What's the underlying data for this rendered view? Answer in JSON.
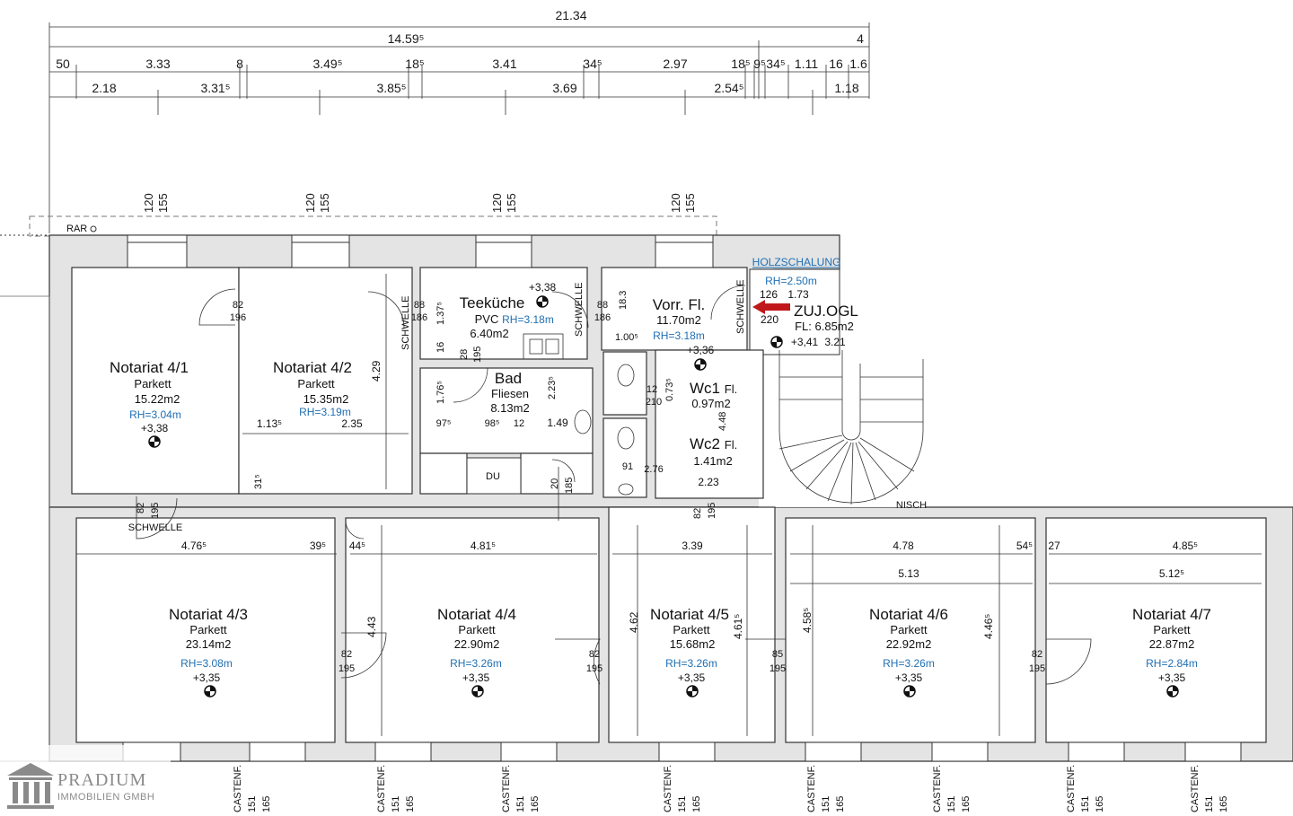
{
  "dimensions": {
    "total": "21.34",
    "partial": "14.59⁵",
    "partial_cut": "4",
    "row3": [
      "50",
      "3.33",
      "8",
      "3.49⁵",
      "18⁵",
      "3.41",
      "34⁵",
      "2.97",
      "18⁵",
      "9⁵",
      "34⁵",
      "1.11",
      "16",
      "1.6"
    ],
    "row4": [
      "2.18",
      "3.31⁵",
      "3.85⁵",
      "3.69",
      "2.54⁵",
      "1.18"
    ],
    "window_top": [
      "120",
      "155"
    ],
    "window_bottom": [
      "CASTENF.",
      "151",
      "165"
    ]
  },
  "labels": {
    "rar": "RAR",
    "holzschalung": "HOLZSCHALUNG",
    "nisch": "NISCH",
    "schwelle": "SCHWELLE",
    "zuj": "ZUJ.OGL",
    "du": "DU"
  },
  "rooms": [
    {
      "name": "Notariat 4/1",
      "floor": "Parkett",
      "area": "15.22m2",
      "rh": "RH=3.04m",
      "level": "+3,38"
    },
    {
      "name": "Notariat 4/2",
      "floor": "Parkett",
      "area": "15.35m2",
      "rh": "RH=3.19m",
      "level": ""
    },
    {
      "name": "Teeküche",
      "floor": "PVC",
      "area": "6.40m2",
      "rh": "RH=3.18m",
      "level": "+3,38"
    },
    {
      "name": "Bad",
      "floor": "Fliesen",
      "area": "8.13m2",
      "rh": "",
      "level": ""
    },
    {
      "name": "Vorr. Fl.",
      "floor": "",
      "area": "11.70m2",
      "rh": "RH=3.18m",
      "level": "+3,36"
    },
    {
      "name": "Wc1",
      "floor": "Fl.",
      "area": "0.97m2",
      "rh": "",
      "level": ""
    },
    {
      "name": "Wc2",
      "floor": "Fl.",
      "area": "1.41m2",
      "rh": "",
      "level": ""
    },
    {
      "name": "Notariat 4/3",
      "floor": "Parkett",
      "area": "23.14m2",
      "rh": "RH=3.08m",
      "level": "+3,35"
    },
    {
      "name": "Notariat 4/4",
      "floor": "Parkett",
      "area": "22.90m2",
      "rh": "RH=3.26m",
      "level": "+3,35"
    },
    {
      "name": "Notariat 4/5",
      "floor": "Parkett",
      "area": "15.68m2",
      "rh": "RH=3.26m",
      "level": "+3,35"
    },
    {
      "name": "Notariat 4/6",
      "floor": "Parkett",
      "area": "22.92m2",
      "rh": "RH=3.26m",
      "level": "+3,35"
    },
    {
      "name": "Notariat 4/7",
      "floor": "Parkett",
      "area": "22.87m2",
      "rh": "RH=2.84m",
      "level": "+3,35"
    }
  ],
  "stair": {
    "rh": "RH=2.50m",
    "area": "FL: 6.85m2",
    "levels": [
      "+3,41",
      "3.21"
    ],
    "dims": [
      "126",
      "1.73",
      "220"
    ]
  },
  "room_dims": {
    "r41_door": [
      "82",
      "196"
    ],
    "r42_door": [
      "88",
      "186"
    ],
    "r42_w": [
      "1.13⁵",
      "2.35"
    ],
    "r42_h": "4.29",
    "tk": [
      "88",
      "186",
      "1.37⁵",
      "16",
      "28",
      "195",
      "18.3",
      "1.00⁵"
    ],
    "bad": [
      "1.76⁵",
      "97⁵",
      "98⁵",
      "12",
      "1.49",
      "2.23⁵",
      "20",
      "185"
    ],
    "wc": [
      "12",
      "210",
      "0.73⁵",
      "91",
      "2.76",
      "4.48",
      "2.23",
      "82",
      "195"
    ],
    "r43": [
      "4.76⁵",
      "39⁵",
      "82",
      "195",
      "4.43"
    ],
    "r44": [
      "44⁵",
      "4.81⁵",
      "82",
      "195"
    ],
    "r45": [
      "3.39",
      "4.62",
      "4.61⁵"
    ],
    "r46": [
      "4.78",
      "54⁵",
      "5.13",
      "4.58⁵",
      "4.46⁵",
      "85",
      "195"
    ],
    "r47": [
      "27",
      "4.85⁵",
      "5.12⁵",
      "82",
      "195"
    ],
    "small": [
      "31⁵",
      "82",
      "195"
    ]
  },
  "logo": {
    "name": "PRADIUM",
    "sub": "IMMOBILIEN GMBH"
  }
}
